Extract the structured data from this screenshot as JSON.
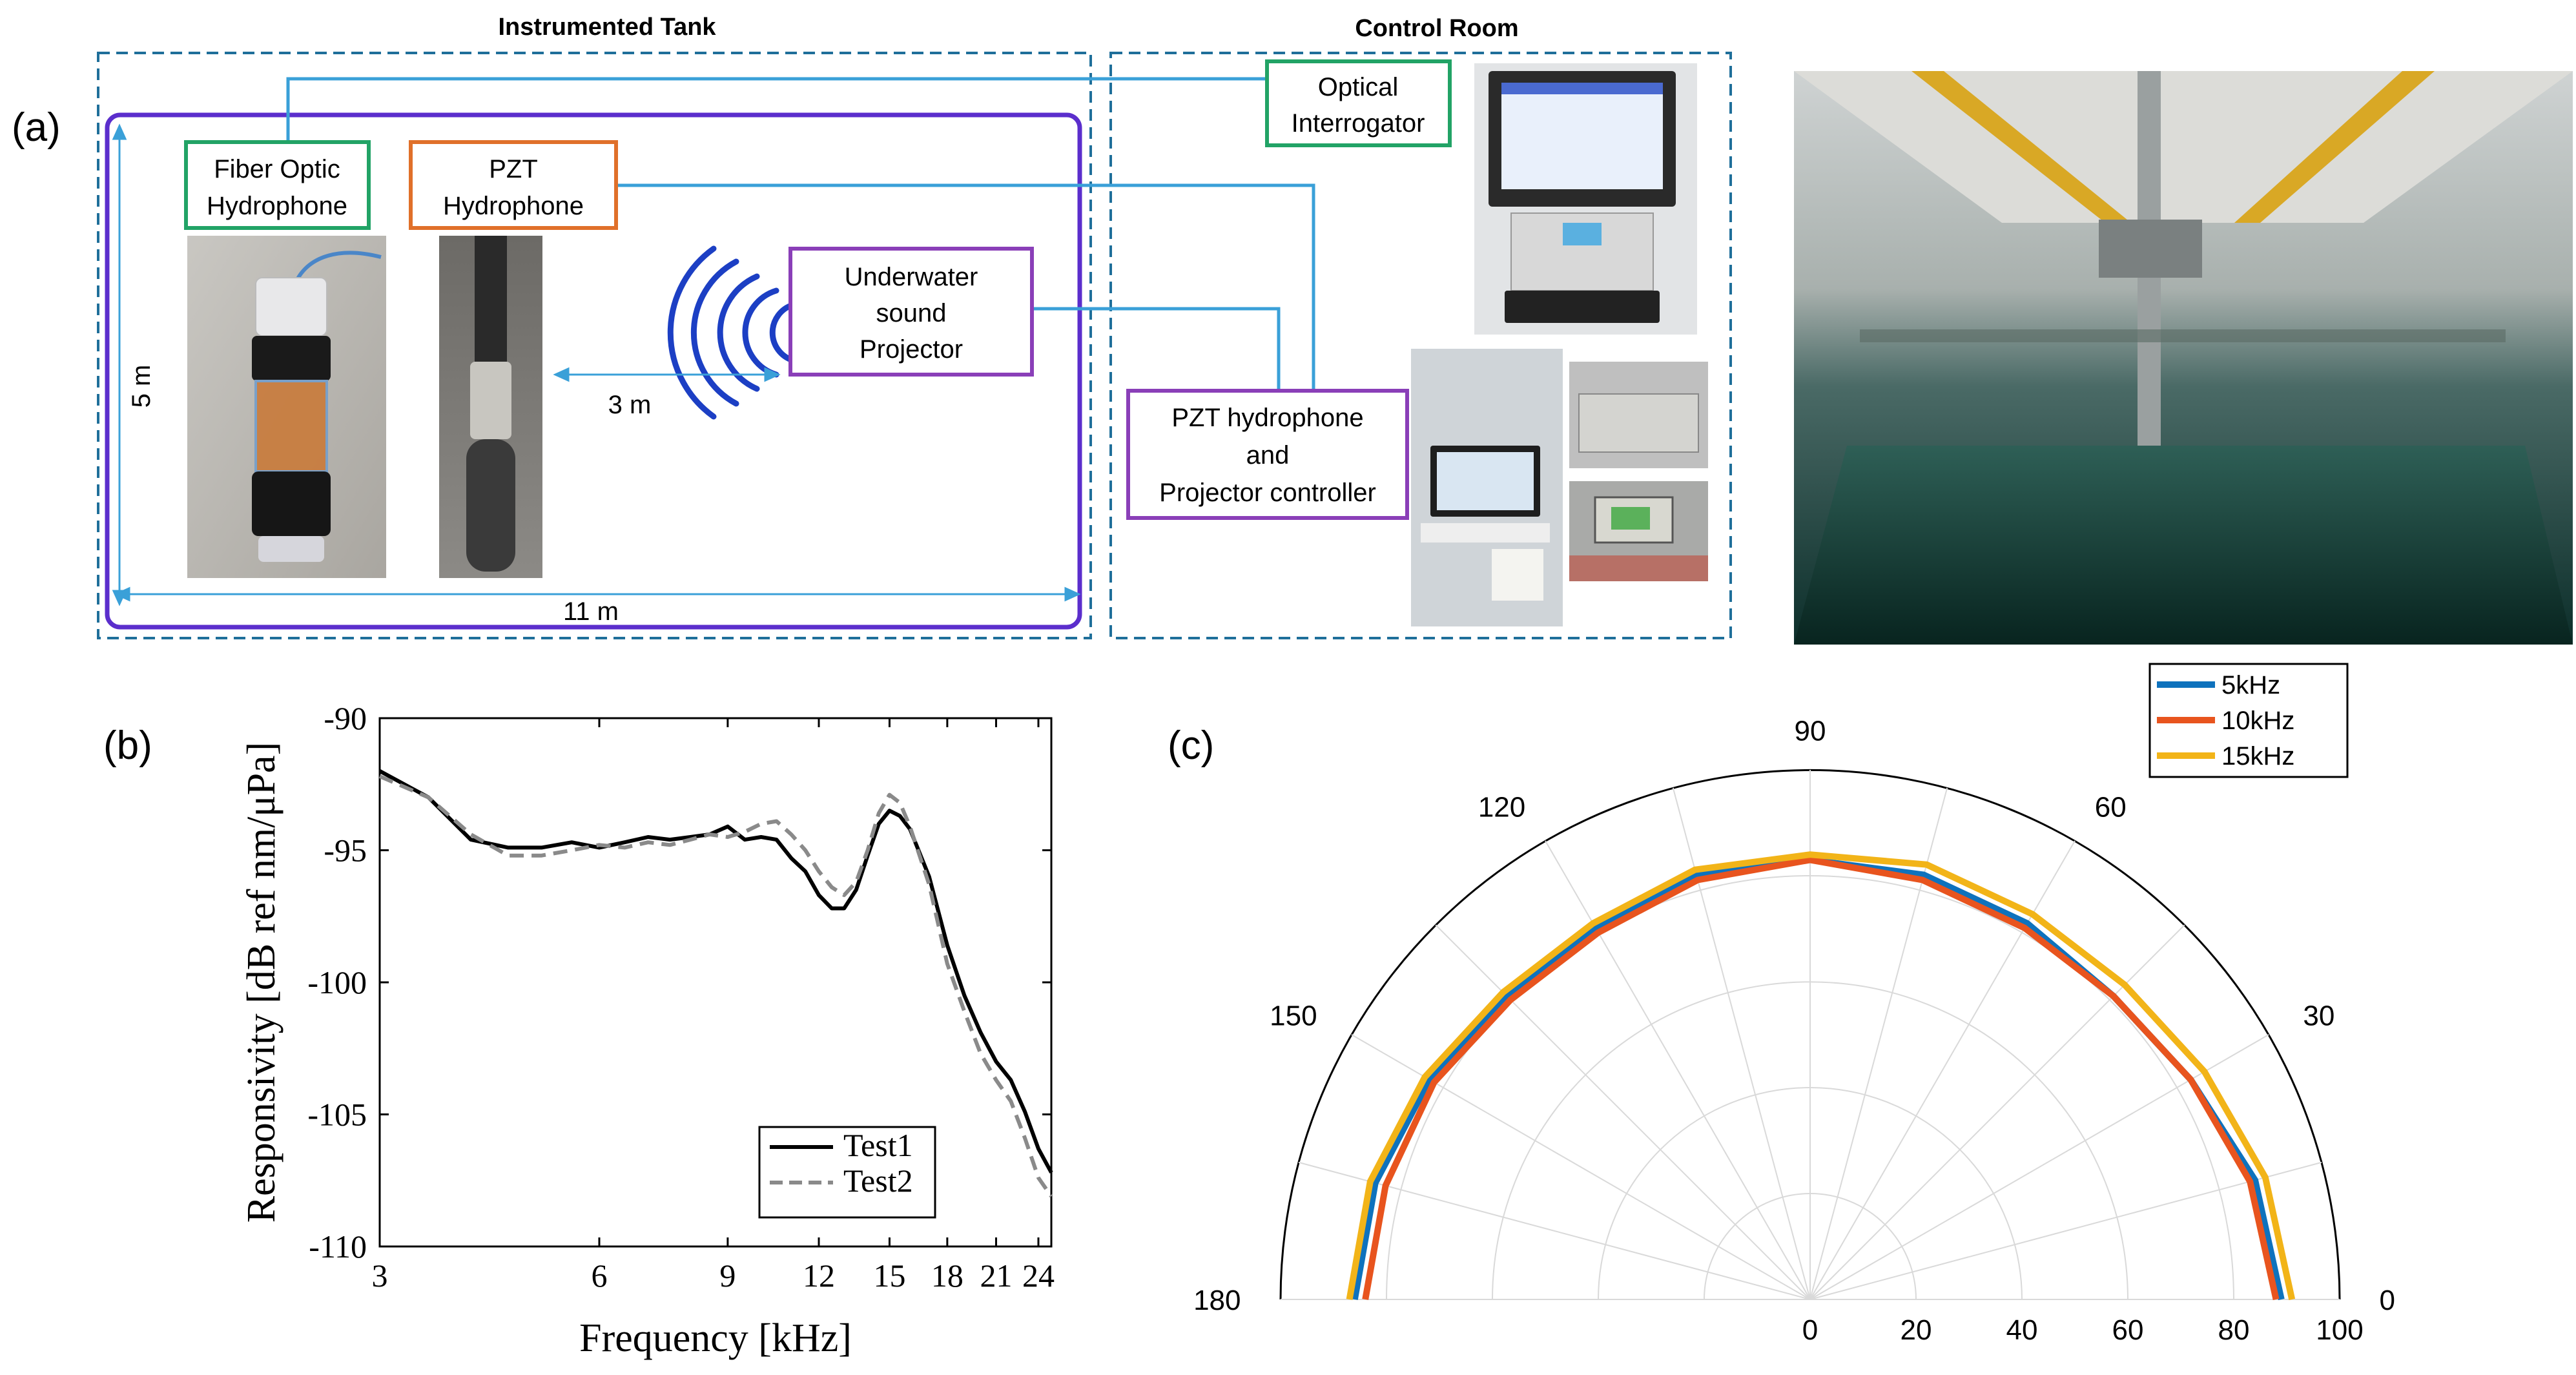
{
  "panel_a": {
    "label": "(a)",
    "tank_title": "Instrumented Tank",
    "control_title": "Control Room",
    "fiber_box": [
      "Fiber Optic",
      "Hydrophone"
    ],
    "pzt_box": [
      "PZT",
      "Hydrophone"
    ],
    "projector_box": [
      "Underwater",
      "sound",
      "Projector"
    ],
    "optical_box": [
      "Optical",
      "Interrogator"
    ],
    "controller_box": [
      "PZT hydrophone",
      "and",
      "Projector controller"
    ],
    "dim_depth": "5 m",
    "dim_distance": "3 m",
    "dim_length": "11 m",
    "colors": {
      "tank_dash": "#1f6f9a",
      "tank_outline": "#5b2ecc",
      "cable": "#3aa0d8",
      "fiber_box": "#22a366",
      "pzt_box": "#e0702a",
      "purple_box": "#8a3fb8",
      "sound_waves": "#1c3fc4"
    }
  },
  "panel_b": {
    "label": "(b)"
  },
  "panel_c": {
    "label": "(c)"
  },
  "chart_data": [
    {
      "type": "line",
      "panel": "(b)",
      "xlabel": "Frequency [kHz]",
      "ylabel": "Responsivity [dB ref nm/μPa]",
      "xscale": "log",
      "xlim": [
        3,
        25
      ],
      "ylim": [
        -110,
        -90
      ],
      "xticks": [
        3,
        6,
        9,
        12,
        15,
        18,
        21,
        24
      ],
      "xtick_labels": [
        "3",
        "6",
        "9",
        "12",
        "15",
        "18",
        "21",
        "24"
      ],
      "yticks": [
        -110,
        -105,
        -100,
        -95,
        -90
      ],
      "ytick_labels": [
        "-110",
        "-105",
        "-100",
        "-95",
        "-90"
      ],
      "legend_position": "bottom-right",
      "series": [
        {
          "name": "Test1",
          "color": "#000000",
          "style": "solid",
          "x": [
            3,
            3.5,
            4,
            4.5,
            5,
            5.5,
            6,
            6.5,
            7,
            7.5,
            8,
            8.5,
            9,
            9.5,
            10,
            10.5,
            11,
            11.5,
            12,
            12.5,
            13,
            13.5,
            14,
            14.5,
            15,
            15.5,
            16,
            17,
            18,
            19,
            20,
            21,
            22,
            23,
            24,
            25
          ],
          "y": [
            -92.0,
            -93.0,
            -94.6,
            -94.9,
            -94.9,
            -94.7,
            -94.9,
            -94.7,
            -94.5,
            -94.6,
            -94.5,
            -94.4,
            -94.1,
            -94.6,
            -94.5,
            -94.6,
            -95.3,
            -95.8,
            -96.7,
            -97.2,
            -97.2,
            -96.5,
            -95.2,
            -94.0,
            -93.5,
            -93.7,
            -94.2,
            -96.0,
            -98.6,
            -100.5,
            -101.9,
            -103.0,
            -103.7,
            -104.9,
            -106.3,
            -107.2
          ]
        },
        {
          "name": "Test2",
          "color": "#8a8a8a",
          "style": "dashed",
          "x": [
            3,
            3.5,
            4,
            4.5,
            5,
            5.5,
            6,
            6.5,
            7,
            7.5,
            8,
            8.5,
            9,
            9.5,
            10,
            10.5,
            11,
            11.5,
            12,
            12.5,
            13,
            13.5,
            14,
            14.5,
            15,
            15.5,
            16,
            17,
            18,
            19,
            20,
            21,
            22,
            23,
            24,
            25
          ],
          "y": [
            -92.2,
            -93.0,
            -94.4,
            -95.2,
            -95.2,
            -95.0,
            -94.8,
            -94.9,
            -94.7,
            -94.8,
            -94.6,
            -94.4,
            -94.5,
            -94.3,
            -94.0,
            -93.9,
            -94.4,
            -95.0,
            -95.8,
            -96.4,
            -96.7,
            -96.2,
            -95.0,
            -93.6,
            -92.9,
            -93.2,
            -94.1,
            -96.3,
            -99.3,
            -101.1,
            -102.7,
            -103.7,
            -104.5,
            -105.9,
            -107.4,
            -108.1
          ]
        }
      ]
    },
    {
      "type": "polar-line",
      "panel": "(c)",
      "theta_range": [
        0,
        180
      ],
      "theta_ticks": [
        0,
        30,
        60,
        90,
        120,
        150,
        180
      ],
      "theta_tick_labels": [
        "0",
        "30",
        "60",
        "90",
        "120",
        "150",
        "180"
      ],
      "r_ticks": [
        0,
        20,
        40,
        60,
        80,
        100
      ],
      "r_tick_labels": [
        "0",
        "20",
        "40",
        "60",
        "80",
        "100"
      ],
      "r_lim": [
        0,
        100
      ],
      "grid": true,
      "legend_position": "top-right",
      "theta": [
        0,
        15,
        30,
        45,
        60,
        75,
        90,
        105,
        120,
        135,
        150,
        165,
        180
      ],
      "series": [
        {
          "name": "5kHz",
          "color": "#0e72bd",
          "r": [
            89,
            87,
            83,
            81,
            82,
            83,
            83,
            83,
            81,
            81,
            83,
            85,
            86
          ]
        },
        {
          "name": "10kHz",
          "color": "#e8541e",
          "r": [
            88,
            86,
            83,
            81,
            81,
            82,
            83,
            82,
            80,
            80,
            82,
            83,
            84
          ]
        },
        {
          "name": "15kHz",
          "color": "#f2b418",
          "r": [
            91,
            89,
            86,
            84,
            84,
            85,
            84,
            84,
            82,
            82,
            84,
            86,
            87
          ]
        }
      ]
    }
  ]
}
